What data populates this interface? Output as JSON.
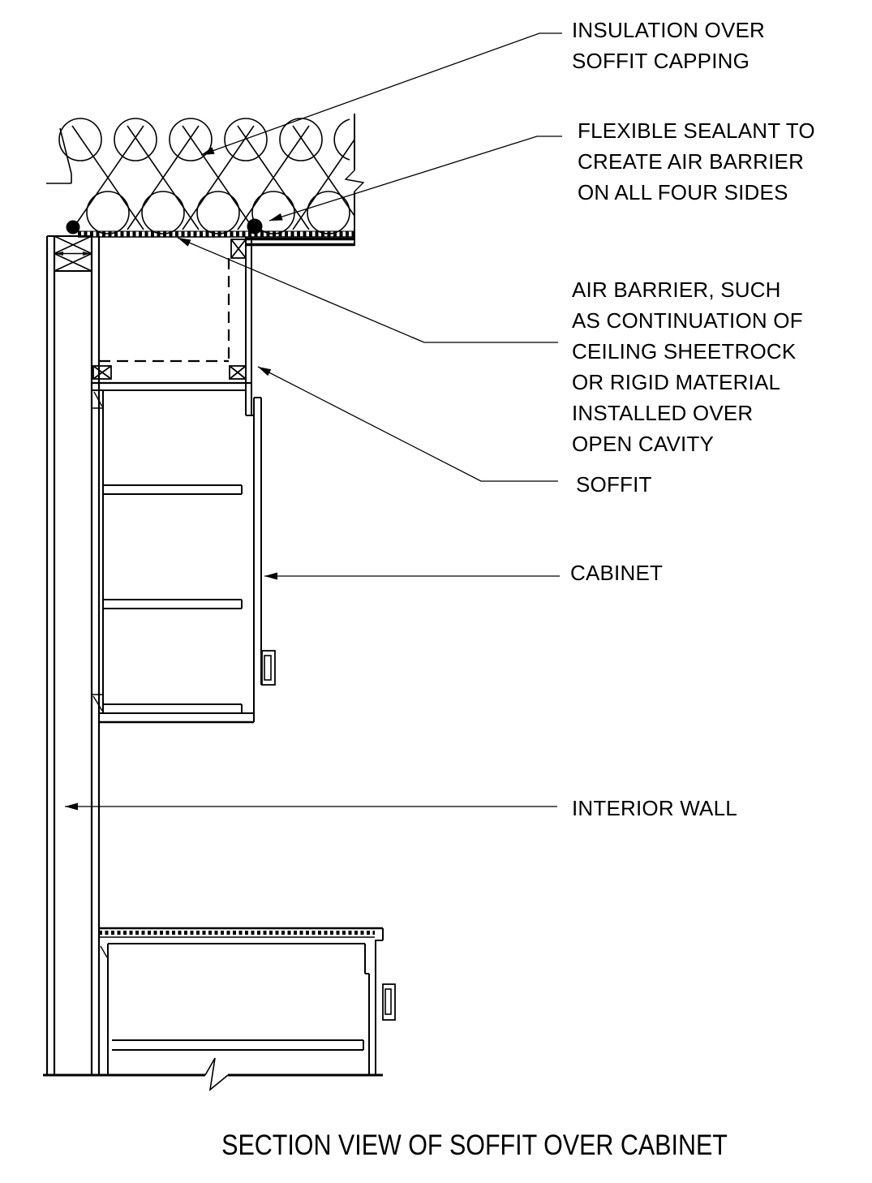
{
  "title": "SECTION VIEW OF SOFFIT OVER CABINET",
  "callouts": {
    "insulation": "INSULATION OVER\nSOFFIT CAPPING",
    "sealant": "FLEXIBLE SEALANT TO\nCREATE AIR BARRIER\nON ALL FOUR SIDES",
    "air_barrier": "AIR BARRIER, SUCH\nAS CONTINUATION OF\nCEILING SHEETROCK\nOR RIGID MATERIAL\nINSTALLED OVER\nOPEN CAVITY",
    "soffit": "SOFFIT",
    "cabinet": "CABINET",
    "interior_wall": "INTERIOR WALL"
  },
  "colors": {
    "line": "#000000",
    "background": "#ffffff"
  }
}
